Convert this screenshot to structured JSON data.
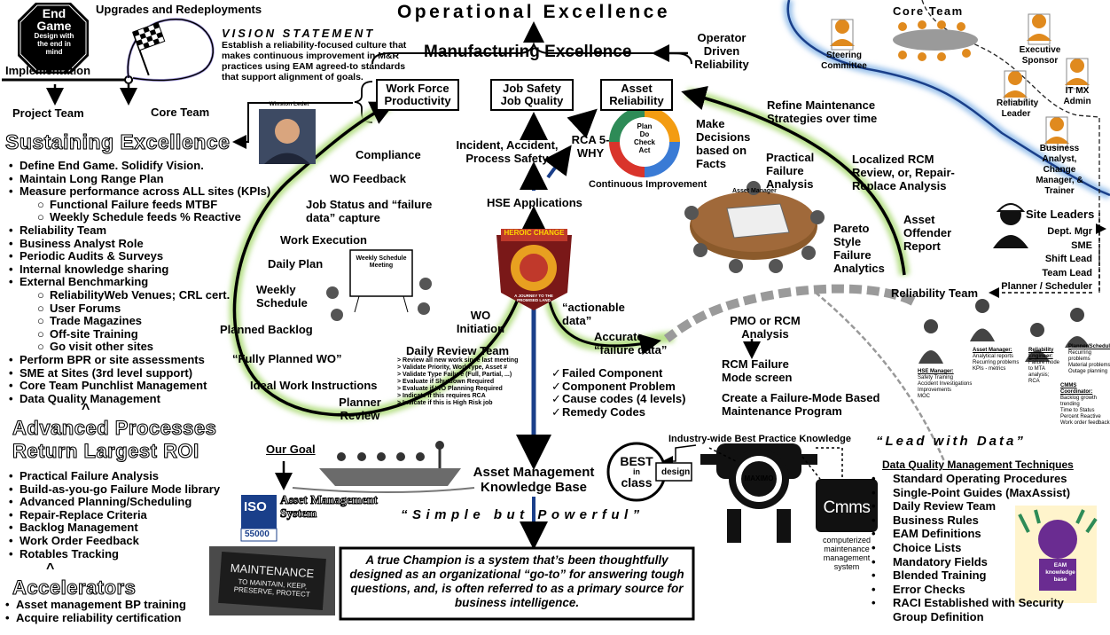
{
  "title": "Operational Excellence",
  "end_game": {
    "line1": "End",
    "line2": "Game",
    "caption": "Design with the end in mind"
  },
  "upgrades": "Upgrades and Redeployments",
  "implementation": "Implementation",
  "project_team": "Project Team",
  "core_team_left": "Core Team",
  "vision": {
    "heading": "VISION STATEMENT",
    "text": "Establish a reliability-focused culture that makes continuous improvement in M&R practices using EAM agreed-to standards that support alignment of goals."
  },
  "manufacturing_excellence": "Manufacturing Excellence",
  "operator_driven": "Operator Driven Reliability",
  "boxes": {
    "workforce": "Work Force Productivity",
    "safety": "Job Safety Job Quality",
    "asset": "Asset Reliability"
  },
  "winston": "Winston Ledet",
  "sustaining": {
    "title": "Sustaining Excellence",
    "items": [
      {
        "text": "Define End Game. Solidify Vision.",
        "level": 0
      },
      {
        "text": "Maintain Long Range Plan",
        "level": 0
      },
      {
        "text": "Measure performance across ALL sites (KPIs)",
        "level": 0
      },
      {
        "text": "Functional Failure feeds MTBF",
        "level": 1
      },
      {
        "text": "Weekly Schedule feeds % Reactive",
        "level": 1
      },
      {
        "text": "Reliability Team",
        "level": 0
      },
      {
        "text": "Business Analyst Role",
        "level": 0
      },
      {
        "text": "Periodic Audits & Surveys",
        "level": 0
      },
      {
        "text": "Internal knowledge sharing",
        "level": 0
      },
      {
        "text": "External Benchmarking",
        "level": 0
      },
      {
        "text": "ReliabilityWeb Venues; CRL cert.",
        "level": 1
      },
      {
        "text": "User Forums",
        "level": 1
      },
      {
        "text": "Trade Magazines",
        "level": 1
      },
      {
        "text": "Off-site Training",
        "level": 1
      },
      {
        "text": "Go visit other sites",
        "level": 1
      },
      {
        "text": "Perform BPR or site assessments",
        "level": 0
      },
      {
        "text": "SME at Sites (3rd level support)",
        "level": 0
      },
      {
        "text": "Core Team Punchlist Management",
        "level": 0
      },
      {
        "text": "Data Quality Management",
        "level": 0
      }
    ]
  },
  "advanced": {
    "title1": "Advanced Processes",
    "title2": "Return Largest ROI",
    "items": [
      "Practical Failure Analysis",
      "Build-as-you-go Failure Mode library",
      "Advanced Planning/Scheduling",
      "Repair-Replace Criteria",
      "Backlog Management",
      "Work Order Feedback",
      "Rotables Tracking"
    ]
  },
  "accelerators": {
    "title": "Accelerators",
    "items": [
      "Asset management BP training",
      "Acquire reliability certification"
    ]
  },
  "cycle_left": {
    "compliance": "Compliance",
    "wo_feedback": "WO Feedback",
    "job_status": "Job Status and “failure data” capture",
    "work_execution": "Work Execution",
    "daily_plan": "Daily Plan",
    "weekly_schedule": "Weekly Schedule",
    "planned_backlog": "Planned Backlog",
    "fully_planned": "“Fully Planned WO”",
    "ideal_instructions": "Ideal Work Instructions",
    "planner_review": "Planner Review",
    "wo_initiation": "WO Initiation",
    "meeting_sign": "Weekly Schedule Meeting"
  },
  "daily_review": {
    "title": "Daily Review Team",
    "items": [
      "Review all new work since last meeting",
      "Validate Priority, WorkType, Asset #",
      "Validate Type Failure (Full, Partial, ...)",
      "Evaluate if Shutdown Required",
      "Evaluate if WO Planning Required",
      "Indicate if this requires RCA",
      "Indicate if this is High Risk job"
    ]
  },
  "center": {
    "incident": "Incident, Accident, Process Safety",
    "rca": "RCA 5-WHY",
    "pdca": [
      "Plan",
      "Do",
      "Check",
      "Act"
    ],
    "continuous": "Continuous Improvement",
    "make_decisions": "Make Decisions based on Facts",
    "hse": "HSE Applications",
    "badge_top": "HEROIC CHANGE",
    "badge_ring": "A JOURNEY TO THE PROMISED LAND",
    "actionable": "“actionable data”",
    "accurate": "Accurate “failure data”",
    "asset_manager": "Asset Manager"
  },
  "right_cycle": {
    "refine": "Refine Maintenance Strategies over time",
    "practical": "Practical Failure Analysis",
    "localized": "Localized RCM Review, or, Repair-Replace Analysis",
    "pareto": "Pareto Style Failure Analytics",
    "offender": "Asset Offender Report",
    "reliability_team": "Reliability Team",
    "pmo": "PMO or RCM Analysis",
    "rcm_failure": "RCM Failure Mode screen",
    "create_program": "Create a Failure-Mode Based Maintenance Program"
  },
  "checklist": [
    "Failed Component",
    "Component Problem",
    "Cause codes (4 levels)",
    "Remedy Codes"
  ],
  "core_team": {
    "title": "Core Team",
    "steering": "Steering Committee",
    "executive": "Executive Sponsor",
    "reliability_leader": "Reliability Leader",
    "it_mx": "IT MX Admin",
    "business_analyst": "Business Analyst, Change Manager, & Trainer"
  },
  "site_leaders": {
    "title": "Site Leaders",
    "items": [
      "Dept. Mgr",
      "SME",
      "Shift Lead",
      "Team Lead",
      "Planner / Scheduler"
    ]
  },
  "roles": {
    "hse": {
      "title": "HSE Manager:",
      "lines": [
        "Safety Training",
        "Accident Investigations",
        "Improvements",
        "MOC"
      ]
    },
    "asset_mgr": {
      "title": "Asset Manager:",
      "lines": [
        "Analytical reports",
        "Recurring problems",
        "KPIs - metrics"
      ]
    },
    "rel_eng": {
      "title": "Reliability Engineer:",
      "lines": [
        "Failure mode to MTA",
        "analysis;",
        "RCA"
      ]
    },
    "planner": {
      "title": "Planner/Scheduler:",
      "lines": [
        "Recurring problems",
        "Material problems",
        "Outage planning"
      ]
    },
    "cmms": {
      "title": "CMMS Coordinator:",
      "lines": [
        "Backlog growth trending",
        "Time to Status",
        "Percent Reactive",
        "Work order feedback"
      ]
    }
  },
  "our_goal": "Our Goal",
  "iso": {
    "logo": "ISO",
    "number": "55000",
    "text": "Asset Management System"
  },
  "akb": "Asset Management Knowledge Base",
  "simple": "“Simple but Powerful”",
  "industry": "Industry-wide Best Practice Knowledge",
  "best_in_class": {
    "line1": "BEST",
    "line2": "in",
    "line3": "class",
    "tag": "design"
  },
  "maximo": "MAXIMO",
  "cmms": {
    "logo": "Cmms",
    "caption": "computerized maintenance management system"
  },
  "maintenance_sign": {
    "title": "MAINTENANCE",
    "sub": "TO MAINTAIN, KEEP, PRESERVE, PROTECT"
  },
  "champion": "A true Champion is a system that’s been thoughtfully designed as an organizational “go-to” for answering tough questions, and, is often referred to as a primary source for business intelligence.",
  "lead_with_data": {
    "title": "“Lead with Data”",
    "subtitle": "Data Quality Management Techniques",
    "items": [
      "Standard Operating Procedures",
      "Single-Point Guides (MaxAssist)",
      "Daily Review Team",
      "Business Rules",
      "EAM Definitions",
      "Choice Lists",
      "Mandatory Fields",
      "Blended Training",
      "Error Checks",
      "RACI Established with Security Group Definition"
    ]
  },
  "eam_kb": "EAM knowledge base",
  "colors": {
    "green_glow": "#b8e08a",
    "blue_glow": "#9cc3ec",
    "arrow_blue": "#1a3f8a",
    "gray_arrow": "#9a9a9a"
  }
}
